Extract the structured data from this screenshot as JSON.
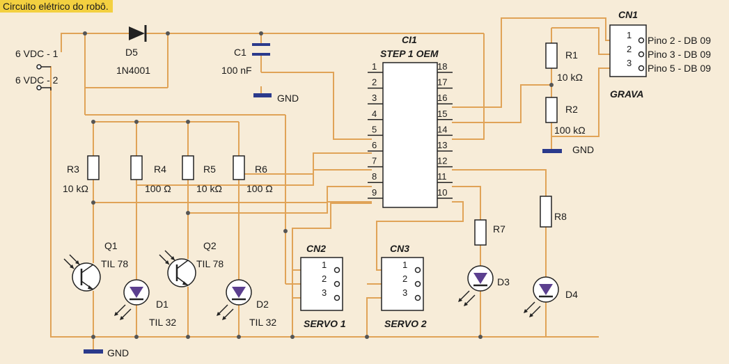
{
  "title": "Circuito elétrico do robô.",
  "power": {
    "vdc1": "6 VDC - 1",
    "vdc2": "6 VDC - 2"
  },
  "d5": {
    "ref": "D5",
    "part": "1N4001"
  },
  "c1": {
    "ref": "C1",
    "value": "100 nF"
  },
  "gnd": "GND",
  "ic": {
    "ref": "CI1",
    "name": "STEP 1 OEM",
    "left_pins": [
      "1",
      "2",
      "3",
      "4",
      "5",
      "6",
      "7",
      "8",
      "9"
    ],
    "right_pins": [
      "18",
      "17",
      "16",
      "15",
      "14",
      "13",
      "12",
      "11",
      "10"
    ]
  },
  "cn1": {
    "ref": "CN1",
    "pins": [
      "1",
      "2",
      "3"
    ],
    "label": "GRAVA",
    "descs": [
      "Pino 2 - DB 09",
      "Pino 3 - DB 09",
      "Pino 5 - DB 09"
    ]
  },
  "r1": {
    "ref": "R1",
    "value": "10 kΩ"
  },
  "r2": {
    "ref": "R2",
    "value": "100 kΩ"
  },
  "r3": {
    "ref": "R3",
    "value": "10 kΩ"
  },
  "r4": {
    "ref": "R4",
    "value": "100 Ω"
  },
  "r5": {
    "ref": "R5",
    "value": "10 kΩ"
  },
  "r6": {
    "ref": "R6",
    "value": "100 Ω"
  },
  "r7": {
    "ref": "R7"
  },
  "r8": {
    "ref": "R8"
  },
  "q1": {
    "ref": "Q1",
    "part": "TIL 78"
  },
  "q2": {
    "ref": "Q2",
    "part": "TIL 78"
  },
  "d1": {
    "ref": "D1",
    "part": "TIL 32"
  },
  "d2": {
    "ref": "D2",
    "part": "TIL 32"
  },
  "d3": {
    "ref": "D3"
  },
  "d4": {
    "ref": "D4"
  },
  "cn2": {
    "ref": "CN2",
    "pins": [
      "1",
      "2",
      "3"
    ],
    "label": "SERVO 1"
  },
  "cn3": {
    "ref": "CN3",
    "pins": [
      "1",
      "2",
      "3"
    ],
    "label": "SERVO 2"
  }
}
